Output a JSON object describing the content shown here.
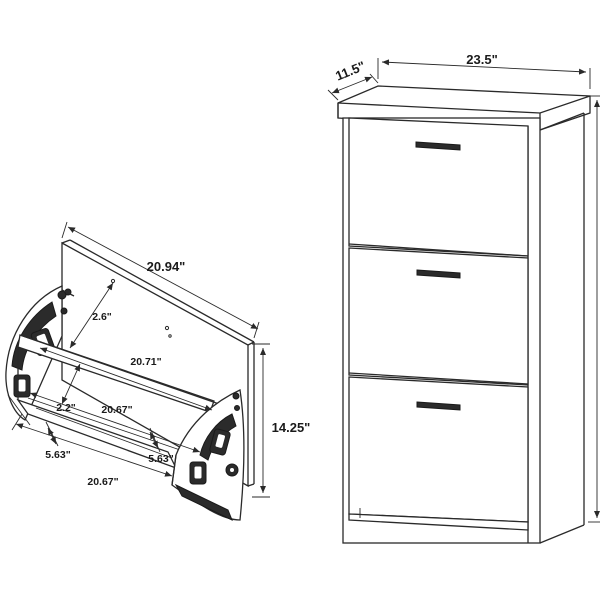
{
  "diagram": {
    "cabinet_dimensions": {
      "depth": "11.5\"",
      "width": "23.5\""
    },
    "drawer_dimensions": {
      "back_width": "20.94\"",
      "height": "14.25\"",
      "inner_depth_top": "2.6\"",
      "inner_width_top": "20.71\"",
      "inner_depth_bottom": "2.2\"",
      "inner_width_middle": "20.67\"",
      "bottom_width": "20.67\"",
      "side_left": "5.63\"",
      "side_right": "5.63\""
    }
  }
}
